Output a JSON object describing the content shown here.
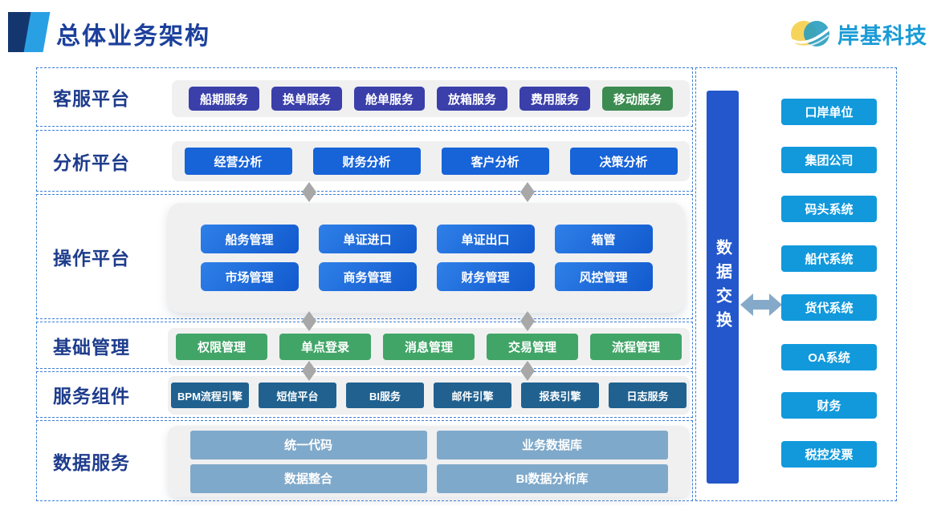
{
  "header": {
    "title": "总体业务架构",
    "logo_text": "岸基科技"
  },
  "platform_rows": [
    {
      "label": "客服平台",
      "buttons": [
        "船期服务",
        "换单服务",
        "舱单服务",
        "放箱服务",
        "费用服务",
        "移动服务"
      ]
    },
    {
      "label": "分析平台",
      "buttons": [
        "经营分析",
        "财务分析",
        "客户分析",
        "决策分析"
      ]
    },
    {
      "label": "操作平台",
      "buttons": [
        "船务管理",
        "单证进口",
        "单证出口",
        "箱管",
        "市场管理",
        "商务管理",
        "财务管理",
        "风控管理"
      ]
    },
    {
      "label": "基础管理",
      "buttons": [
        "权限管理",
        "单点登录",
        "消息管理",
        "交易管理",
        "流程管理"
      ]
    },
    {
      "label": "服务组件",
      "buttons": [
        "BPM流程引擎",
        "短信平台",
        "BI服务",
        "邮件引擎",
        "报表引擎",
        "日志服务"
      ]
    },
    {
      "label": "数据服务",
      "buttons": [
        "统一代码",
        "业务数据库",
        "数据整合",
        "BI数据分析库"
      ]
    }
  ],
  "data_exchange": {
    "label": "数据交换"
  },
  "external_systems": [
    "口岸单位",
    "集团公司",
    "码头系统",
    "船代系统",
    "货代系统",
    "OA系统",
    "财务",
    "税控发票"
  ],
  "icons": {
    "logo": "logo-icon",
    "row_connector": "diamond-connector-icon",
    "exchange_arrow": "double-arrow-icon"
  },
  "colors": {
    "title_text": "#1c409c",
    "logo_text": "#1a9cd6",
    "row_label": "#1e3c8c",
    "dashed_border": "#3e7fd6",
    "customer_service_chip": "#3a3fa9",
    "mobile_service_chip": "#3c8b51",
    "analysis_chip": "#1763d8",
    "operation_chip_gradient": [
      "#2f80e8",
      "#1159ce"
    ],
    "base_management_chip": "#41a567",
    "service_component_chip": "#20618f",
    "data_service_chip": "#7fa9ca",
    "exchange_bar": "#2357cb",
    "external_system_chip": "#1199dc",
    "connector_gray": "#a8a8a8",
    "exchange_arrow": "#85aac9"
  }
}
